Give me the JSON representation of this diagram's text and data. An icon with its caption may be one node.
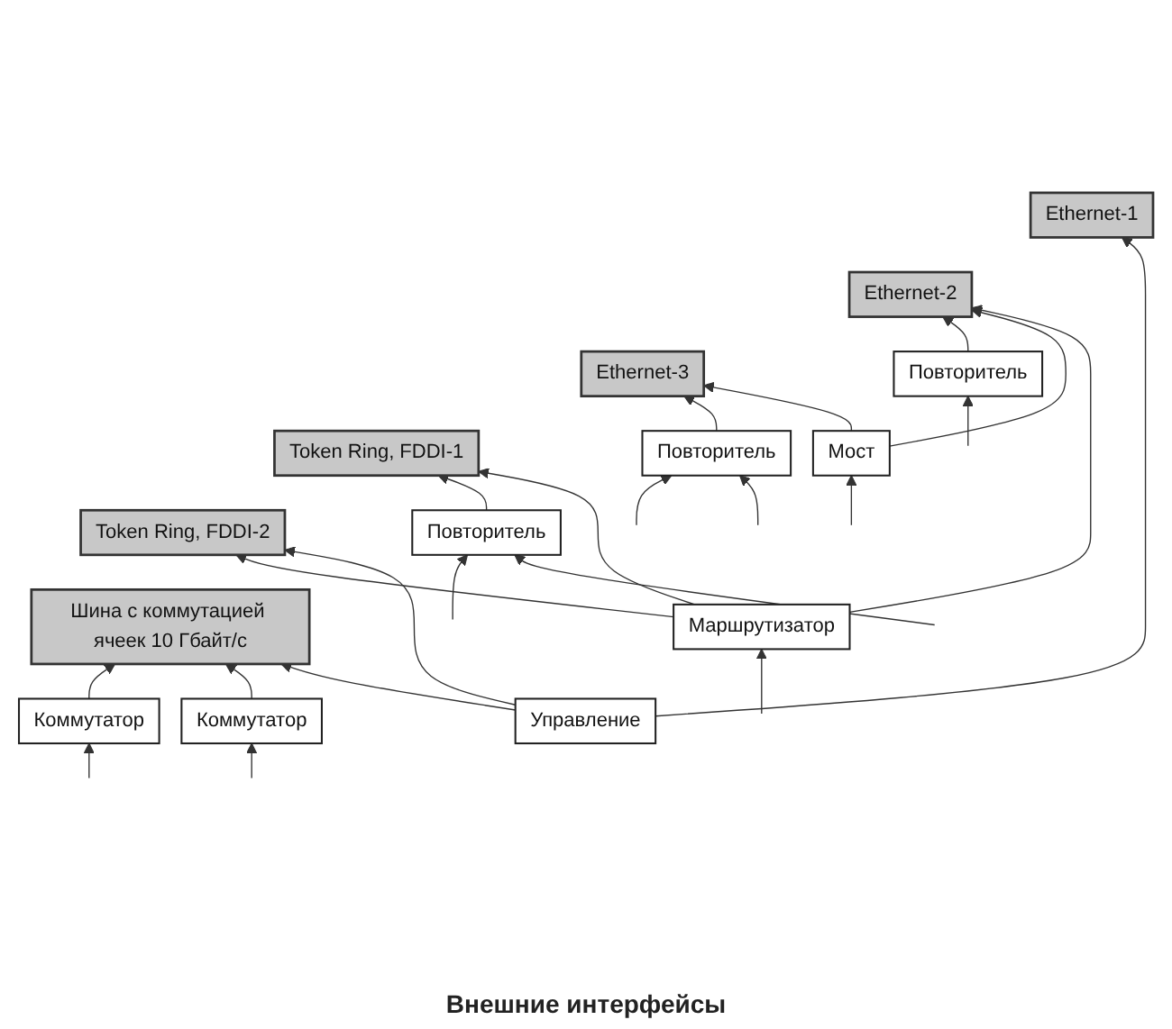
{
  "diagram": {
    "nodes": [
      {
        "text": [
          "Ethernet-1"
        ]
      },
      {
        "text": [
          "Ethernet-2"
        ]
      },
      {
        "text": [
          "Ethernet-3"
        ]
      },
      {
        "text": [
          "Token Ring, FDDI-1"
        ]
      },
      {
        "text": [
          "Token Ring, FDDI-2"
        ]
      },
      {
        "text": [
          "Шина с коммутацией ячеек 10 Гбайт/с"
        ]
      },
      {
        "text": [
          "Повторитель"
        ]
      },
      {
        "text": [
          "Повторитель"
        ]
      },
      {
        "text": [
          "Повторитель"
        ]
      },
      {
        "text": [
          "Мост"
        ]
      },
      {
        "text": [
          "Маршрутизатор"
        ]
      },
      {
        "text": [
          "Коммутатор"
        ]
      },
      {
        "text": [
          "Коммутатор"
        ]
      },
      {
        "text": [
          "Управление"
        ]
      }
    ],
    "edges": [
      {
        "from": 6,
        "to": 2,
        "arrow": "to"
      },
      {
        "from": 7,
        "to": 3,
        "arrow": "to"
      },
      {
        "from": 8,
        "to": 1,
        "arrow": "to"
      },
      {
        "from": 9,
        "to": 2,
        "arrow": "to"
      },
      {
        "from": 9,
        "to": 1,
        "arrow": "to"
      },
      {
        "from": 10,
        "to": 4,
        "arrow": "to"
      },
      {
        "from": 10,
        "to": 1,
        "arrow": "to"
      },
      {
        "from": 10,
        "to": 3,
        "arrow": "to"
      },
      {
        "from": 11,
        "to": 5,
        "arrow": "to"
      },
      {
        "from": 12,
        "to": 5,
        "arrow": "to"
      },
      {
        "from": 13,
        "to": 5,
        "arrow": "to"
      },
      {
        "from": 13,
        "to": 4,
        "arrow": "to"
      },
      {
        "from": 13,
        "to": 0,
        "arrow": "to"
      },
      {
        "from": null,
        "to": 6,
        "arrow": "to"
      },
      {
        "from": null,
        "to": 6,
        "arrow": "to"
      },
      {
        "from": null,
        "to": 7,
        "arrow": "to"
      },
      {
        "from": null,
        "to": 7,
        "arrow": "to"
      },
      {
        "from": null,
        "to": 8,
        "arrow": "to"
      },
      {
        "from": null,
        "to": 9,
        "arrow": "to"
      },
      {
        "from": null,
        "to": 10,
        "arrow": "to"
      },
      {
        "from": null,
        "to": 11,
        "arrow": "to"
      },
      {
        "from": null,
        "to": 12,
        "arrow": "to"
      }
    ],
    "labels": [
      "Внешние интерфейсы"
    ]
  }
}
